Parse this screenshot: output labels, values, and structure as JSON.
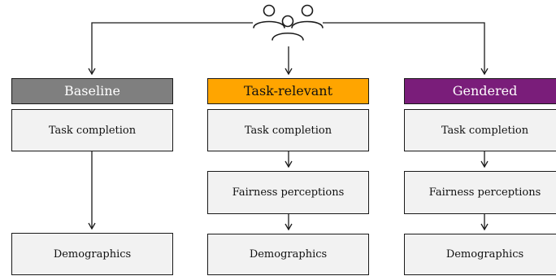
{
  "participants_icon": "people-group-icon",
  "colors": {
    "baseline": "#7f7f7f",
    "task_relevant": "#ffa500",
    "gendered": "#7a1d7a",
    "box_fill": "#f2f2f2",
    "stroke": "#1a1a1a"
  },
  "conditions": [
    {
      "label": "Baseline",
      "steps": [
        "Task completion",
        "Demographics"
      ]
    },
    {
      "label": "Task-relevant",
      "steps": [
        "Task completion",
        "Fairness perceptions",
        "Demographics"
      ]
    },
    {
      "label": "Gendered",
      "steps": [
        "Task completion",
        "Fairness perceptions",
        "Demographics"
      ]
    }
  ]
}
